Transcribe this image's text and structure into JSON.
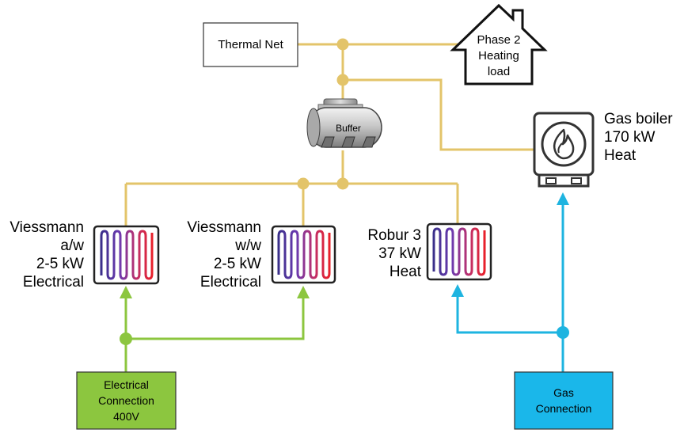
{
  "nodes": {
    "thermal_net": {
      "label": "Thermal Net"
    },
    "phase2": {
      "lines": [
        "Phase 2",
        "Heating",
        "load"
      ]
    },
    "buffer": {
      "label": "Buffer"
    },
    "gas_boiler": {
      "lines": [
        "Gas boiler",
        "170 kW",
        "Heat"
      ]
    },
    "viessmann_aw": {
      "lines": [
        "Viessmann",
        "a/w",
        "2-5 kW",
        "Electrical"
      ]
    },
    "viessmann_ww": {
      "lines": [
        "Viessmann",
        "w/w",
        "2-5 kW",
        "Electrical"
      ]
    },
    "robur": {
      "lines": [
        "Robur 3",
        "37 kW",
        "Heat"
      ]
    },
    "electrical_connection": {
      "lines": [
        "Electrical",
        "Connection",
        "400V"
      ]
    },
    "gas_connection": {
      "lines": [
        "Gas",
        "Connection"
      ]
    }
  },
  "colors": {
    "heat_line": "#e3c46a",
    "electric_line": "#8cc63f",
    "gas_line": "#1eb4e0",
    "electrical_box_fill": "#8cc63f",
    "gas_box_fill": "#1ab7ea"
  }
}
